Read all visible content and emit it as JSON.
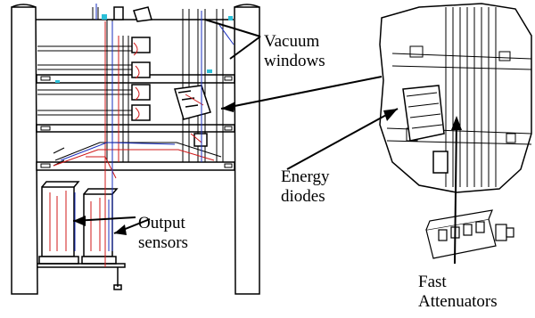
{
  "labels": {
    "vacuum_windows": [
      "Vacuum",
      "windows"
    ],
    "energy_diodes": [
      "Energy",
      "diodes"
    ],
    "output_sensors": [
      "Output",
      "sensors"
    ],
    "fast_attenuators": [
      "Fast",
      "Attenuators"
    ]
  },
  "colors": {
    "line": "#000000",
    "red": "#d01818",
    "blue": "#1a2fbf",
    "cyan": "#2bc0d8"
  }
}
